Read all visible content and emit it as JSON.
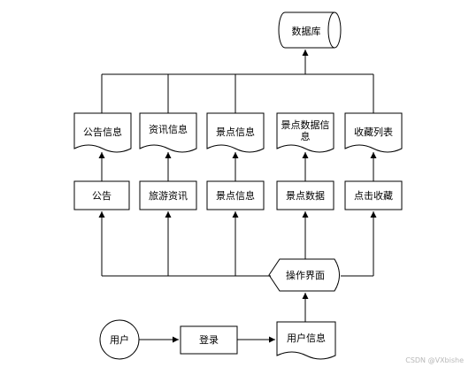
{
  "nodes": {
    "database": "数据库",
    "doc_notice_info": "公告信息",
    "doc_news_info": "资讯信息",
    "doc_spot_info": "景点信息",
    "doc_spot_data_info_line1": "景点数据信",
    "doc_spot_data_info_line2": "息",
    "doc_favorites_list": "收藏列表",
    "box_notice": "公告",
    "box_travel_news": "旅游资讯",
    "box_spot_info": "景点信息",
    "box_spot_data": "景点数据",
    "box_click_favorite": "点击收藏",
    "operation_interface": "操作界面",
    "user": "用户",
    "login": "登录",
    "user_info": "用户信息"
  },
  "watermark": "CSDN @VXbishe"
}
